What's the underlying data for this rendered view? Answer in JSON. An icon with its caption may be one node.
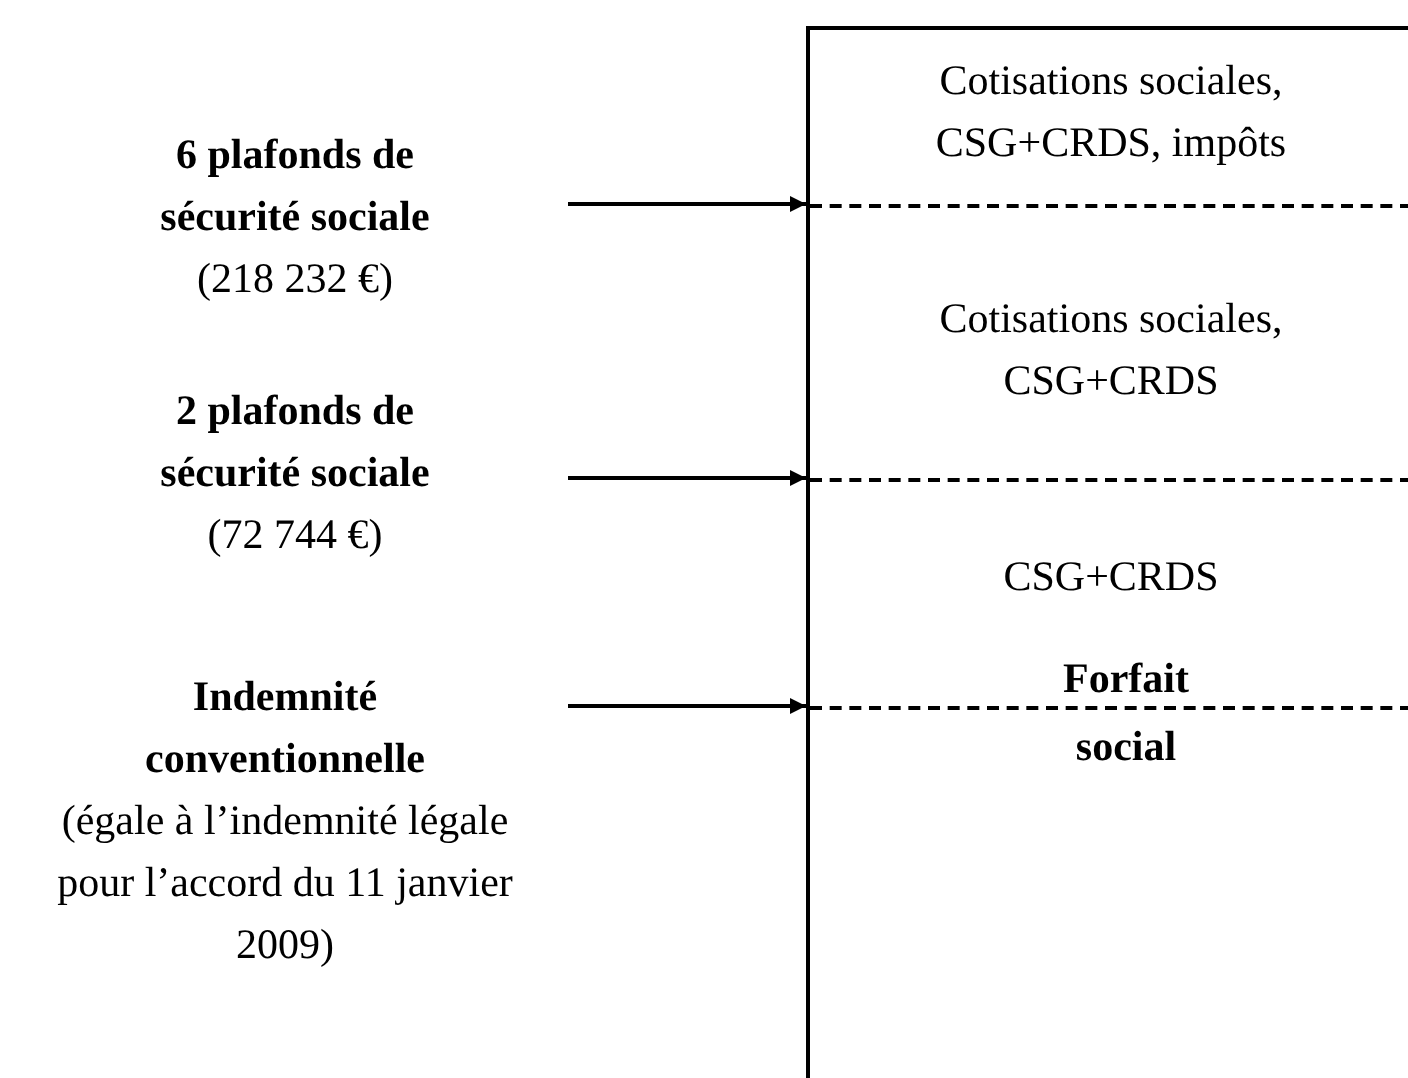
{
  "diagram": {
    "nodes": [
      {
        "text": [
          "6 plafonds de sécurité sociale",
          "(218 232 €)"
        ]
      },
      {
        "text": [
          "2 plafonds de sécurité sociale",
          "(72 744 €)"
        ]
      },
      {
        "text": [
          "Indemnité conventionnelle",
          "(égale à l’indemnité légale pour l’accord du 11 janvier 2009)"
        ]
      },
      {
        "text": [],
        "shape": "box"
      },
      {
        "text": [
          "Cotisations sociales, CSG+CRDS, impôts"
        ],
        "in": 3
      },
      {
        "text": [
          "Cotisations sociales, CSG+CRDS"
        ],
        "in": 3
      },
      {
        "text": [
          "CSG+CRDS"
        ],
        "in": 3
      }
    ],
    "edges": [
      {
        "from": 0,
        "to": 3,
        "arrow": "to"
      },
      {
        "from": 1,
        "to": 3,
        "arrow": "to"
      },
      {
        "from": 2,
        "to": 3,
        "arrow": "to"
      }
    ],
    "labels": [
      "Forfait social"
    ]
  }
}
